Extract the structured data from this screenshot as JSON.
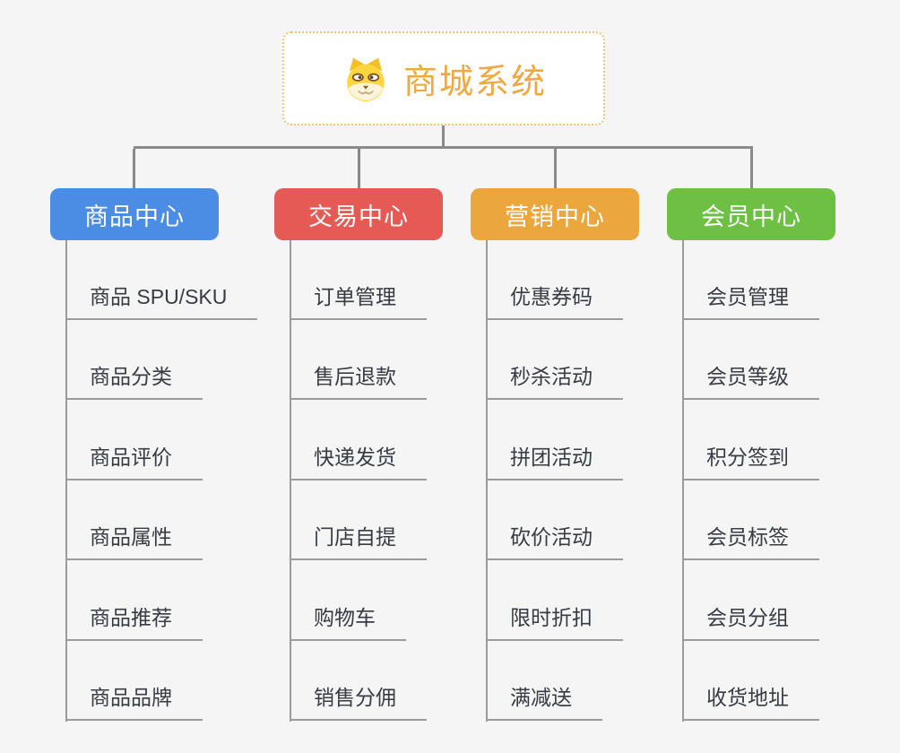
{
  "page": {
    "background_color": "#F5F5F5",
    "connector_color": "#8A8A8A",
    "leaf_line_color": "#9B9B9B",
    "leaf_text_color": "#383C42"
  },
  "root": {
    "title": "商城系统",
    "icon": "shiba-dog-icon",
    "text_color": "#F0A843",
    "border_color": "#F3C478",
    "background": "#FFFFFF"
  },
  "branches": [
    {
      "label": "商品中心",
      "color": "#4B8DE4",
      "items": [
        "商品 SPU/SKU",
        "商品分类",
        "商品评价",
        "商品属性",
        "商品推荐",
        "商品品牌"
      ]
    },
    {
      "label": "交易中心",
      "color": "#E65A56",
      "items": [
        "订单管理",
        "售后退款",
        "快递发货",
        "门店自提",
        "购物车",
        "销售分佣"
      ]
    },
    {
      "label": "营销中心",
      "color": "#EBA63E",
      "items": [
        "优惠券码",
        "秒杀活动",
        "拼团活动",
        "砍价活动",
        "限时折扣",
        "满减送"
      ]
    },
    {
      "label": "会员中心",
      "color": "#6DC044",
      "items": [
        "会员管理",
        "会员等级",
        "积分签到",
        "会员标签",
        "会员分组",
        "收货地址"
      ]
    }
  ]
}
